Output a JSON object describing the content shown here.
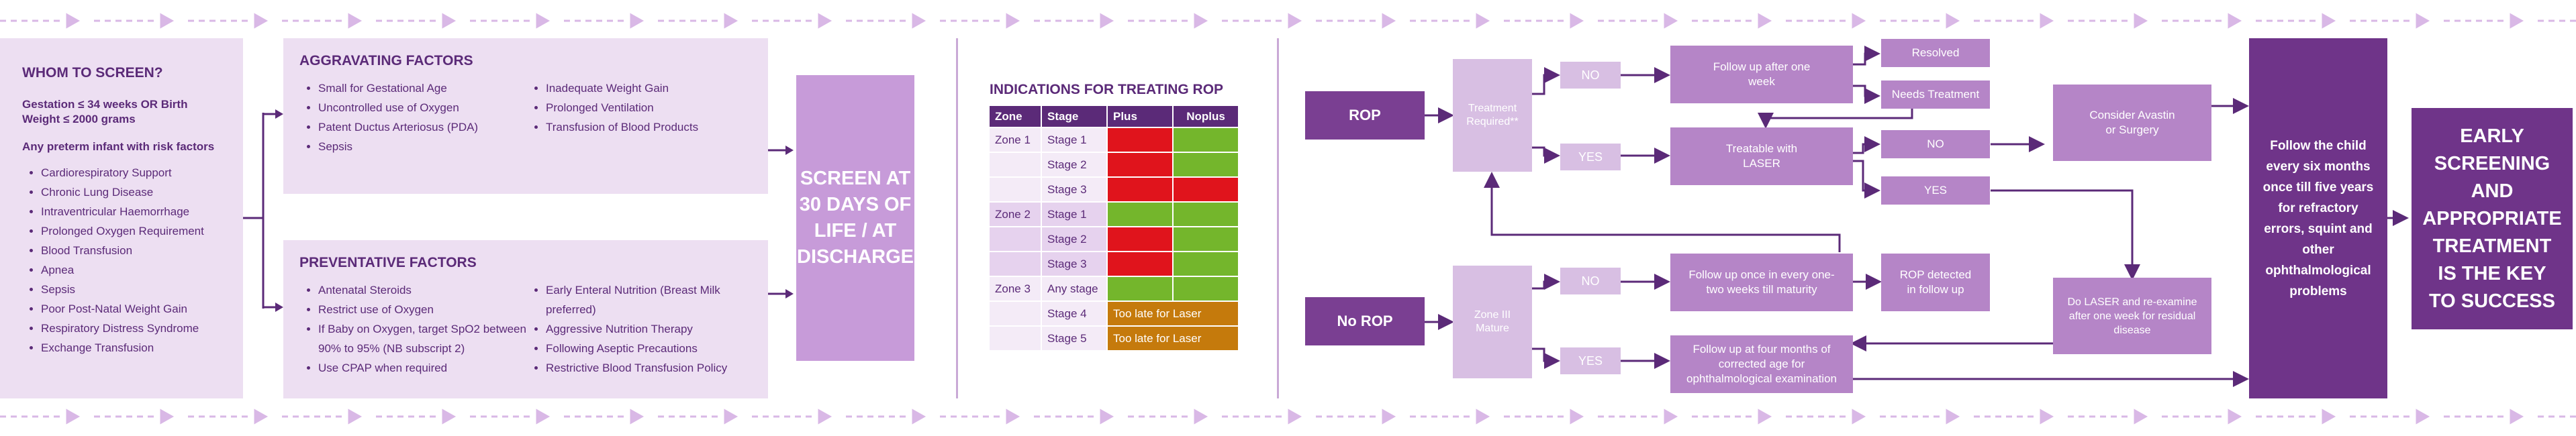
{
  "whom": {
    "title": "Whom to screen?",
    "criteria": "Gestation ≤ 34 weeks OR Birth Weight ≤ 2000 grams",
    "any_preterm": "Any preterm infant with risk factors",
    "risks": [
      "Cardiorespiratory Support",
      "Chronic Lung Disease",
      "Intraventricular Haemorrhage",
      "Prolonged Oxygen Requirement",
      "Blood Transfusion",
      "Apnea",
      "Sepsis",
      "Poor Post-Natal Weight Gain",
      "Respiratory Distress Syndrome",
      "Exchange Transfusion"
    ]
  },
  "aggravating": {
    "title": "Aggravating Factors",
    "col1": [
      "Small for Gestational Age",
      "Uncontrolled use of Oxygen",
      "Patent Ductus Arteriosus (PDA)",
      "Sepsis"
    ],
    "col2": [
      "Inadequate Weight Gain",
      "Prolonged Ventilation",
      "Transfusion of Blood Products"
    ]
  },
  "preventative": {
    "title": "Preventative Factors",
    "col1": [
      "Antenatal Steroids",
      "Restrict use of Oxygen",
      "If Baby on Oxygen, target SpO2 between 90% to 95% (NB subscript 2)",
      "Use CPAP when required"
    ],
    "col2": [
      "Early Enteral Nutrition (Breast Milk preferred)",
      "Aggressive Nutrition Therapy",
      "Following Aseptic Precautions",
      "Restrictive Blood Transfusion Policy"
    ]
  },
  "screen_box": "Screen at 30 days of life / at discharge",
  "indications": {
    "title": "Indications for treating ROP",
    "headers": [
      "Zone",
      "Stage",
      "Plus",
      "Noplus"
    ],
    "rows": [
      {
        "zone": "Zone 1",
        "stage": "Stage 1",
        "plus": "red",
        "noplus": "green",
        "text": ""
      },
      {
        "zone": "",
        "stage": "Stage 2",
        "plus": "red",
        "noplus": "green",
        "text": ""
      },
      {
        "zone": "",
        "stage": "Stage 3",
        "plus": "red",
        "noplus": "red",
        "text": ""
      },
      {
        "zone": "Zone 2",
        "stage": "Stage 1",
        "plus": "green",
        "noplus": "green",
        "text": ""
      },
      {
        "zone": "",
        "stage": "Stage 2",
        "plus": "red",
        "noplus": "green",
        "text": ""
      },
      {
        "zone": "",
        "stage": "Stage 3",
        "plus": "red",
        "noplus": "green",
        "text": ""
      },
      {
        "zone": "Zone 3",
        "stage": "Any stage",
        "plus": "green",
        "noplus": "green",
        "text": ""
      },
      {
        "zone": "",
        "stage": "Stage 4",
        "plus": "orange",
        "noplus": "orange",
        "text": "Too late for Laser"
      },
      {
        "zone": "",
        "stage": "Stage 5",
        "plus": "orange",
        "noplus": "orange",
        "text": "Too late for Laser"
      }
    ]
  },
  "flow": {
    "rop": "ROP",
    "no_rop": "No ROP",
    "treatment_required": "Treatment Required**",
    "zone3_mature": "Zone III Mature",
    "no": "NO",
    "yes": "YES",
    "follow_one_week": "Follow up after one week",
    "resolved": "Resolved",
    "needs_treatment": "Needs Treatment",
    "treatable_laser": "Treatable with LASER",
    "consider_avastin": "Consider Avastin or Surgery",
    "follow_1_2_weeks": "Follow up once in every one-two weeks till maturity",
    "rop_detected": "ROP detected in follow up",
    "do_laser": "Do LASER and re-examine after one week for residual disease",
    "follow_four_months": "Follow up at four months of corrected age for ophthalmological examination",
    "follow_six_months": "Follow the child every six months once till five years for refractory errors, squint and other ophthalmological problems",
    "final": "Early screening and appropriate treatment is the key to success"
  },
  "colors": {
    "dark_purple": "#5b2a78",
    "panel": "#eddff2",
    "light_purple": "#c79bd9",
    "plus_red": "#e0141c",
    "noplus_green": "#74b62c",
    "too_late_orange": "#c57a0c"
  }
}
